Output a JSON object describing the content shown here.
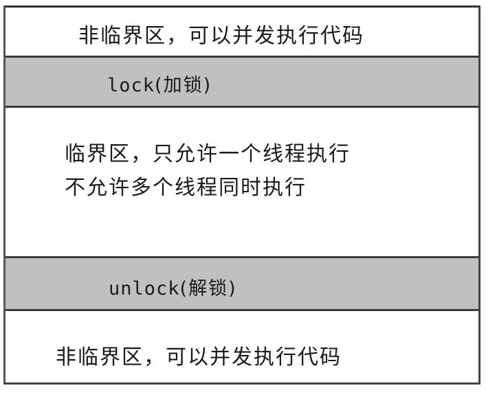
{
  "diagram": {
    "title": "",
    "sections": [
      {
        "id": "non-critical-top",
        "text": "非临界区，可以并发执行代码"
      },
      {
        "id": "lock",
        "keyword": "lock",
        "annotation": "(加锁)"
      },
      {
        "id": "critical",
        "lines": [
          "临界区，只允许一个线程执行",
          "不允许多个线程同时执行"
        ]
      },
      {
        "id": "unlock",
        "keyword": "unlock",
        "annotation": "(解锁)"
      },
      {
        "id": "non-critical-bottom",
        "text": "非临界区，可以并发执行代码"
      }
    ],
    "colors": {
      "bar_fill": "#c0c0c0",
      "section_fill": "#ffffff",
      "border": "#3a3a3a",
      "text": "#1a1a1a"
    }
  }
}
